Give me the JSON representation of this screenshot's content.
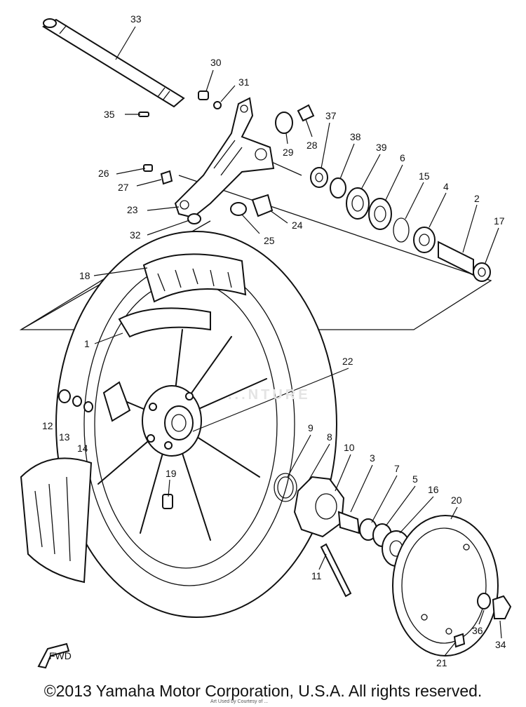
{
  "copyright": "©2013 Yamaha Motor Corporation, U.S.A. All rights reserved.",
  "subnote": "Art Used by Courtesy of ...",
  "watermark": "...NTURE",
  "fwd_label": "FWD",
  "callouts": [
    {
      "id": "c33",
      "label": "33"
    },
    {
      "id": "c30",
      "label": "30"
    },
    {
      "id": "c31",
      "label": "31"
    },
    {
      "id": "c35",
      "label": "35"
    },
    {
      "id": "c37",
      "label": "37"
    },
    {
      "id": "c38",
      "label": "38"
    },
    {
      "id": "c39",
      "label": "39"
    },
    {
      "id": "c6",
      "label": "6"
    },
    {
      "id": "c15",
      "label": "15"
    },
    {
      "id": "c4",
      "label": "4"
    },
    {
      "id": "c2",
      "label": "2"
    },
    {
      "id": "c17",
      "label": "17"
    },
    {
      "id": "c29",
      "label": "29"
    },
    {
      "id": "c28",
      "label": "28"
    },
    {
      "id": "c26",
      "label": "26"
    },
    {
      "id": "c27",
      "label": "27"
    },
    {
      "id": "c23",
      "label": "23"
    },
    {
      "id": "c24",
      "label": "24"
    },
    {
      "id": "c32",
      "label": "32"
    },
    {
      "id": "c25",
      "label": "25"
    },
    {
      "id": "c18",
      "label": "18"
    },
    {
      "id": "c1",
      "label": "1"
    },
    {
      "id": "c22",
      "label": "22"
    },
    {
      "id": "c12",
      "label": "12"
    },
    {
      "id": "c13",
      "label": "13"
    },
    {
      "id": "c14",
      "label": "14"
    },
    {
      "id": "c19",
      "label": "19"
    },
    {
      "id": "c9",
      "label": "9"
    },
    {
      "id": "c8",
      "label": "8"
    },
    {
      "id": "c10",
      "label": "10"
    },
    {
      "id": "c3",
      "label": "3"
    },
    {
      "id": "c7",
      "label": "7"
    },
    {
      "id": "c5",
      "label": "5"
    },
    {
      "id": "c16",
      "label": "16"
    },
    {
      "id": "c20",
      "label": "20"
    },
    {
      "id": "c11",
      "label": "11"
    },
    {
      "id": "c36",
      "label": "36"
    },
    {
      "id": "c34",
      "label": "34"
    },
    {
      "id": "c21",
      "label": "21"
    }
  ]
}
